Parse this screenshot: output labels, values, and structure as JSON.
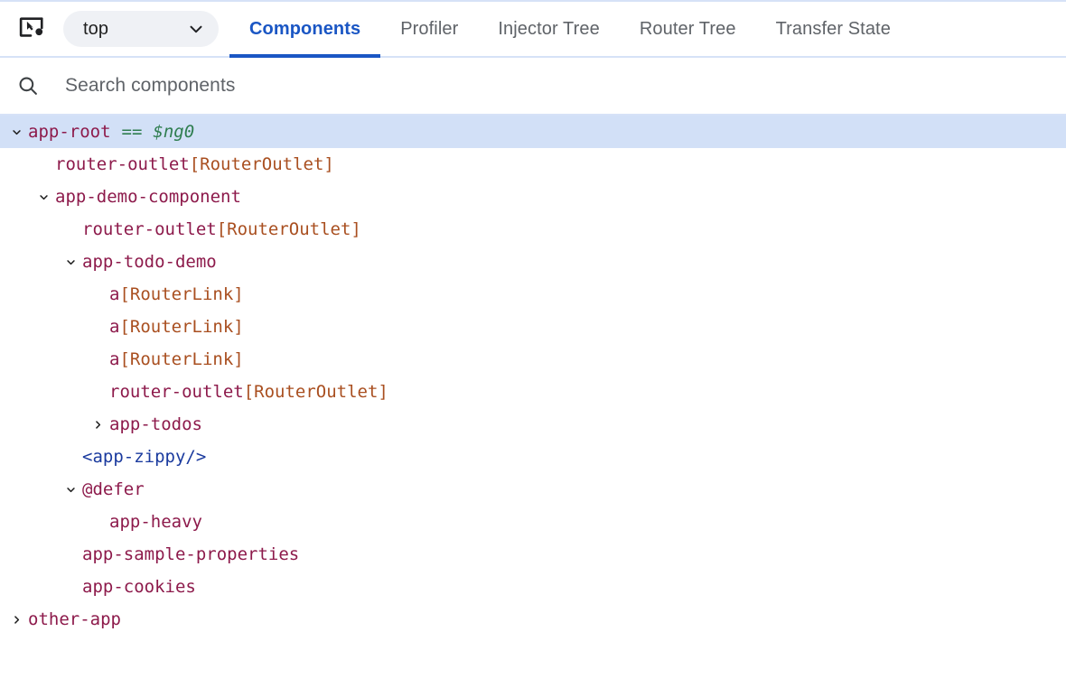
{
  "toolbar": {
    "inspect_icon": "inspect-element-icon",
    "frame_select": {
      "value": "top",
      "chevron_icon": "chevron-down-icon"
    },
    "tabs": [
      {
        "label": "Components",
        "active": true
      },
      {
        "label": "Profiler",
        "active": false
      },
      {
        "label": "Injector Tree",
        "active": false
      },
      {
        "label": "Router Tree",
        "active": false
      },
      {
        "label": "Transfer State",
        "active": false
      }
    ]
  },
  "search": {
    "icon": "search-icon",
    "placeholder": "Search components",
    "value": ""
  },
  "colors": {
    "accent": "#1a56c4",
    "selected_row": "#d2e0f7",
    "element_name": "#8d1a4b",
    "directive_name": "#a94f20",
    "blue_node": "#1a3a9e",
    "green_value": "#2e7d4f",
    "border": "#d6e2f7"
  },
  "tree": {
    "rows": [
      {
        "name": "app-root",
        "directive": "",
        "depth": 0,
        "twisty": "expanded",
        "selected": true,
        "style": "element",
        "equals": "==",
        "ref": "$ng0"
      },
      {
        "name": "router-outlet",
        "directive": "[RouterOutlet]",
        "depth": 1,
        "twisty": "none",
        "selected": false,
        "style": "element"
      },
      {
        "name": "app-demo-component",
        "directive": "",
        "depth": 1,
        "twisty": "expanded",
        "selected": false,
        "style": "element"
      },
      {
        "name": "router-outlet",
        "directive": "[RouterOutlet]",
        "depth": 2,
        "twisty": "none",
        "selected": false,
        "style": "element"
      },
      {
        "name": "app-todo-demo",
        "directive": "",
        "depth": 2,
        "twisty": "expanded",
        "selected": false,
        "style": "element"
      },
      {
        "name": "a",
        "directive": "[RouterLink]",
        "depth": 3,
        "twisty": "none",
        "selected": false,
        "style": "element"
      },
      {
        "name": "a",
        "directive": "[RouterLink]",
        "depth": 3,
        "twisty": "none",
        "selected": false,
        "style": "element"
      },
      {
        "name": "a",
        "directive": "[RouterLink]",
        "depth": 3,
        "twisty": "none",
        "selected": false,
        "style": "element"
      },
      {
        "name": "router-outlet",
        "directive": "[RouterOutlet]",
        "depth": 3,
        "twisty": "none",
        "selected": false,
        "style": "element"
      },
      {
        "name": "app-todos",
        "directive": "",
        "depth": 3,
        "twisty": "collapsed",
        "selected": false,
        "style": "element"
      },
      {
        "name": "<app-zippy/>",
        "directive": "",
        "depth": 2,
        "twisty": "none",
        "selected": false,
        "style": "blue"
      },
      {
        "name": "@defer",
        "directive": "",
        "depth": 2,
        "twisty": "expanded",
        "selected": false,
        "style": "element"
      },
      {
        "name": "app-heavy",
        "directive": "",
        "depth": 3,
        "twisty": "none",
        "selected": false,
        "style": "element"
      },
      {
        "name": "app-sample-properties",
        "directive": "",
        "depth": 2,
        "twisty": "none",
        "selected": false,
        "style": "element"
      },
      {
        "name": "app-cookies",
        "directive": "",
        "depth": 2,
        "twisty": "none",
        "selected": false,
        "style": "element"
      },
      {
        "name": "other-app",
        "directive": "",
        "depth": 0,
        "twisty": "collapsed",
        "selected": false,
        "style": "element"
      }
    ]
  }
}
